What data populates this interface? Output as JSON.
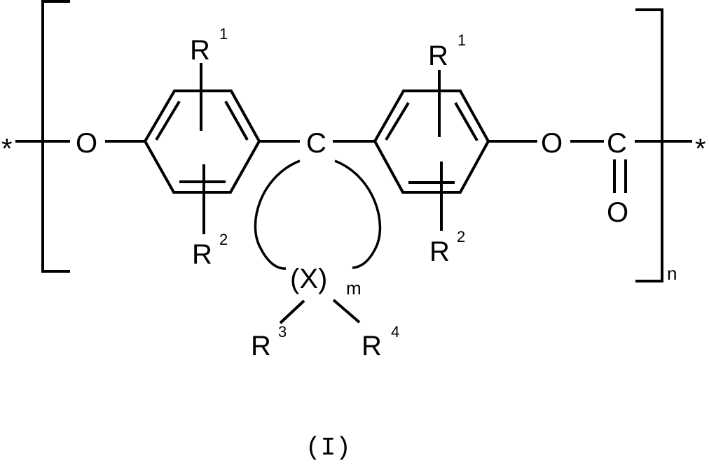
{
  "diagram": {
    "type": "chemical-structure",
    "description": "Repeating unit of a polycarbonate with bisphenol core bearing a cyclic (X)m bridge",
    "end_groups": {
      "left": "*",
      "right": "*"
    },
    "atoms": {
      "o_left": "O",
      "c_center": "C",
      "o_ester": "O",
      "c_carbonyl": "C",
      "o_carbonyl": "O",
      "x_group": "(X)"
    },
    "substituents": {
      "left_ring_top": {
        "symbol": "R",
        "index": "1"
      },
      "left_ring_bottom": {
        "symbol": "R",
        "index": "2"
      },
      "right_ring_top": {
        "symbol": "R",
        "index": "1"
      },
      "right_ring_bottom": {
        "symbol": "R",
        "index": "2"
      },
      "x_left": {
        "symbol": "R",
        "index": "3"
      },
      "x_right": {
        "symbol": "R",
        "index": "4"
      }
    },
    "x_subscript": "m",
    "repeat_subscript": "n",
    "formula_label": "(I)"
  }
}
